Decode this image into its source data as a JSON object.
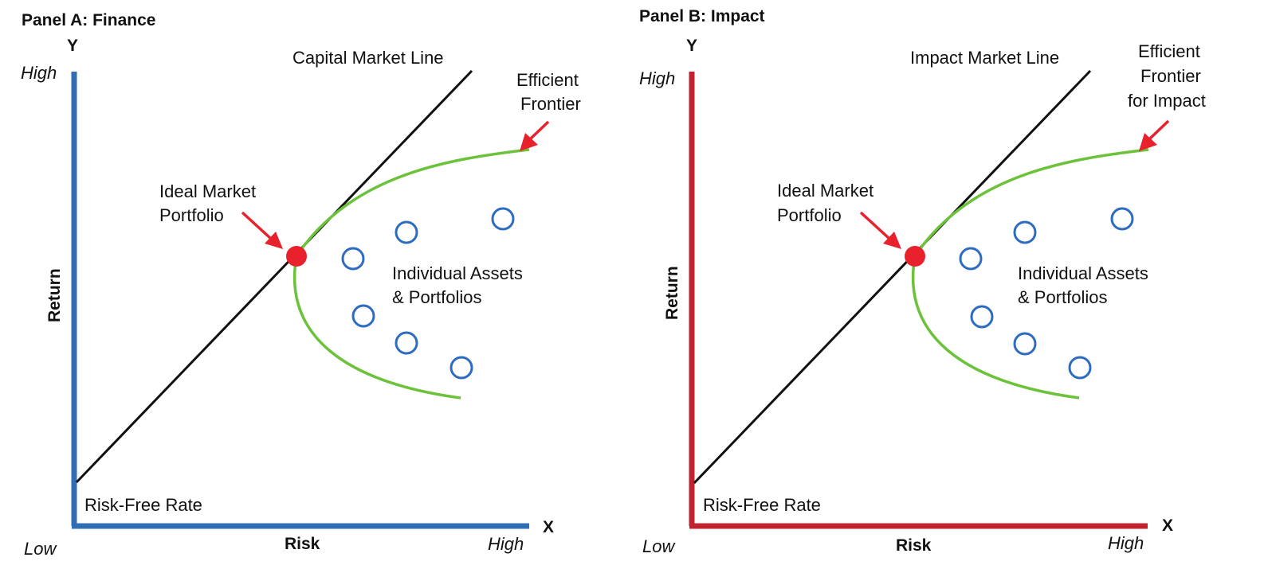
{
  "panels": [
    {
      "title": "Panel A: Finance",
      "axis_color": "#2f6db5",
      "y_axis_letter": "Y",
      "x_axis_letter": "X",
      "y_axis_name": "Return",
      "x_axis_name": "Risk",
      "y_high": "High",
      "x_low": "Low",
      "x_high": "High",
      "market_line": "Capital Market Line",
      "frontier_label": [
        "Efficient",
        "Frontier"
      ],
      "portfolio_label": [
        "Ideal Market",
        "Portfolio"
      ],
      "assets_label": [
        "Individual Assets",
        "& Portfolios"
      ],
      "risk_free": "Risk-Free Rate"
    },
    {
      "title": "Panel B: Impact",
      "axis_color": "#c0222e",
      "y_axis_letter": "Y",
      "x_axis_letter": "X",
      "y_axis_name": "Return",
      "x_axis_name": "Risk",
      "y_high": "High",
      "x_low": "Low",
      "x_high": "High",
      "market_line": "Impact Market Line",
      "frontier_label": [
        "Efficient",
        "Frontier",
        "for Impact"
      ],
      "portfolio_label": [
        "Ideal Market",
        "Portfolio"
      ],
      "assets_label": [
        "Individual Assets",
        "& Portfolios"
      ],
      "risk_free": "Risk-Free Rate"
    }
  ],
  "colors": {
    "frontier": "#6cc23a",
    "assets": "#2d6cc0",
    "portfolio": "#e8212d",
    "market_line": "#111111"
  }
}
